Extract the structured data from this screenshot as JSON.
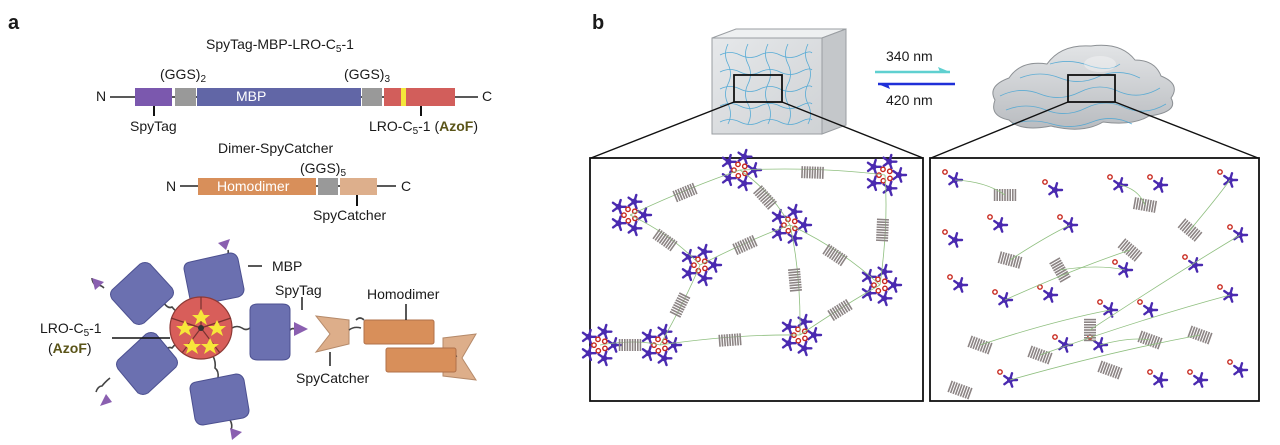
{
  "panel_a": {
    "letter": "a",
    "construct1": {
      "title_main": "SpyTag-MBP-LRO-C",
      "title_sub": "5",
      "title_tail": "-1",
      "n_terminus": "N",
      "c_terminus": "C",
      "segments": [
        {
          "name": "SpyTag",
          "color": "#7b58ae"
        },
        {
          "name": "(GGS)2 linker",
          "color": "#999999"
        },
        {
          "name": "MBP",
          "color": "#6166a6"
        },
        {
          "name": "(GGS)3 linker",
          "color": "#999999"
        },
        {
          "name": "LRO-C5-1",
          "color": "#d25e5b"
        }
      ],
      "azof_marker_color": "#f4e73a",
      "mbp_label": "MBP",
      "linker1_main": "(GGS)",
      "linker1_sub": "2",
      "linker2_main": "(GGS)",
      "linker2_sub": "3",
      "spytag_label": "SpyTag",
      "lro_label_main": "LRO-C",
      "lro_label_sub": "5",
      "lro_label_tail": "-1 (",
      "lro_azof": "AzoF",
      "lro_close": ")"
    },
    "construct2": {
      "title": "Dimer-SpyCatcher",
      "n_terminus": "N",
      "c_terminus": "C",
      "segments": [
        {
          "name": "Homodimer",
          "color": "#d88f5a"
        },
        {
          "name": "(GGS)5 linker",
          "color": "#999999"
        },
        {
          "name": "SpyCatcher",
          "color": "#ddaf8c"
        }
      ],
      "homodimer_label": "Homodimer",
      "linker_main": "(GGS)",
      "linker_sub": "5",
      "spycatcher_label": "SpyCatcher"
    },
    "schematic": {
      "mbp_label": "MBP",
      "spytag_label": "SpyTag",
      "homodimer_label": "Homodimer",
      "spycatcher_label": "SpyCatcher",
      "lro_label_main": "LRO-C",
      "lro_label_sub": "5",
      "lro_label_tail": "-1",
      "azof_open": "(",
      "azof": "AzoF",
      "azof_close": ")",
      "colors": {
        "mbp": "#6b70b0",
        "spytag": "#8a5fb0",
        "core": "#d85e5a",
        "azof_star": "#f7e63a",
        "spycatcher": "#ddae8a",
        "homodimer": "#d88f5a"
      }
    }
  },
  "panel_b": {
    "letter": "b",
    "forward_wavelength": "340 nm",
    "reverse_wavelength": "420 nm",
    "forward_arrow_color": "#5fd0d0",
    "reverse_arrow_color": "#1f2fd8",
    "left_state": "gel-cube",
    "right_state": "liquid-droplet",
    "protein_colors": {
      "mbp": "#4a2ab0",
      "core": "#c8281e",
      "homodimer": "#8c8484",
      "linker": "#8fbf7f"
    }
  }
}
